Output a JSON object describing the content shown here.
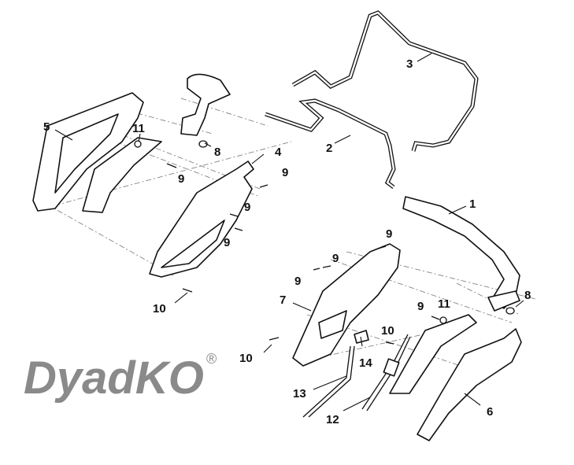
{
  "diagram": {
    "labels": {
      "l1": "1",
      "l2": "2",
      "l3": "3",
      "l4": "4",
      "l5": "5",
      "l6": "6",
      "l7": "7",
      "l8a": "8",
      "l8b": "8",
      "l9a": "9",
      "l9b": "9",
      "l9c": "9",
      "l9d": "9",
      "l9e": "9",
      "l9f": "9",
      "l9g": "9",
      "l9h": "9",
      "l10a": "10",
      "l10b": "10",
      "l10c": "10",
      "l11a": "11",
      "l11b": "11",
      "l12": "12",
      "l13": "13",
      "l14": "14"
    },
    "watermark": "DyadKO",
    "registered": "®"
  }
}
